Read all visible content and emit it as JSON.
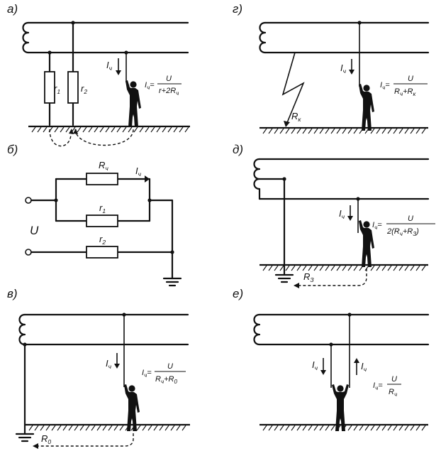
{
  "panels": {
    "a": {
      "label": "а)",
      "r1": "r",
      "r1_sub": "1",
      "r2": "r",
      "r2_sub": "2",
      "current": "I",
      "current_sub": "ч",
      "formula_lhs": "I",
      "formula_lhs_sub": "ч",
      "formula_num": "U",
      "formula_den": "r+2R",
      "formula_den_sub": "ч"
    },
    "b": {
      "label": "б)",
      "voltage": "U",
      "rh": "R",
      "rh_sub": "ч",
      "r1": "r",
      "r1_sub": "1",
      "r2": "r",
      "r2_sub": "2",
      "current": "I",
      "current_sub": "ч"
    },
    "v": {
      "label": "в)",
      "current": "I",
      "current_sub": "ч",
      "formula_lhs": "I",
      "formula_lhs_sub": "ч",
      "formula_num": "U",
      "formula_den_a": "R",
      "formula_den_a_sub": "ч",
      "formula_den_b": "+R",
      "formula_den_b_sub": "0",
      "r0": "R",
      "r0_sub": "0"
    },
    "g": {
      "label": "г)",
      "current": "I",
      "current_sub": "ч",
      "formula_lhs": "I",
      "formula_lhs_sub": "ч",
      "formula_num": "U",
      "formula_den_a": "R",
      "formula_den_a_sub": "ч",
      "formula_den_b": "+R",
      "formula_den_b_sub": "к",
      "rk": "R",
      "rk_sub": "к"
    },
    "d": {
      "label": "д)",
      "current": "I",
      "current_sub": "ч",
      "formula_lhs": "I",
      "formula_lhs_sub": "ч",
      "formula_num": "U",
      "formula_den_a": "2(R",
      "formula_den_a_sub": "ч",
      "formula_den_b": "+R",
      "formula_den_b_sub": "З",
      "formula_den_c": ")",
      "rz": "R",
      "rz_sub": "З"
    },
    "e": {
      "label": "е)",
      "current_left": "I",
      "current_left_sub": "ч",
      "current_right": "I",
      "current_right_sub": "ч",
      "formula_lhs": "I",
      "formula_lhs_sub": "ч",
      "formula_num": "U",
      "formula_den": "R",
      "formula_den_sub": "ч"
    }
  }
}
